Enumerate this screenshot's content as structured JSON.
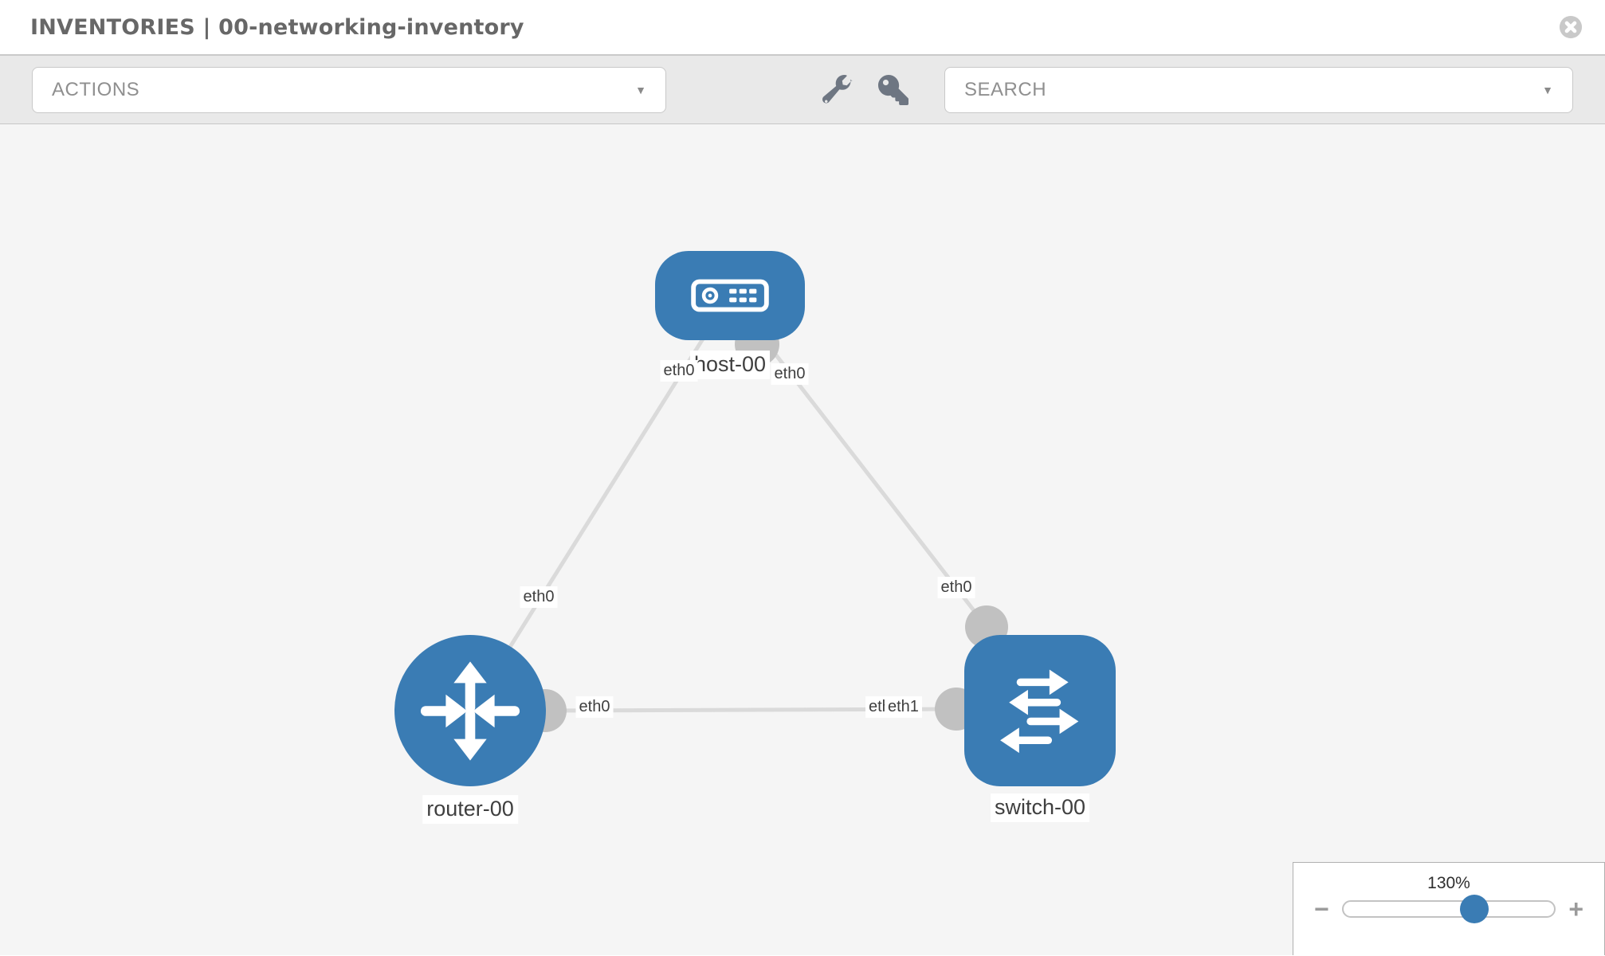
{
  "header": {
    "title": "INVENTORIES | 00-networking-inventory"
  },
  "toolbar": {
    "actions_label": "ACTIONS",
    "search_label": "SEARCH",
    "caret_glyph": "▼",
    "icons": [
      "wrench-icon",
      "key-icon"
    ]
  },
  "topology": {
    "nodes": [
      {
        "label": "host-00",
        "type": "host"
      },
      {
        "label": "router-00",
        "type": "router"
      },
      {
        "label": "switch-00",
        "type": "switch"
      }
    ],
    "links": [
      {
        "from": "host-00",
        "to": "router-00"
      },
      {
        "from": "host-00",
        "to": "switch-00"
      },
      {
        "from": "router-00",
        "to": "switch-00"
      }
    ],
    "interfaces": {
      "host_left": "eth0",
      "host_right": "eth0",
      "router_host_link": "eth0",
      "router_right": "eth0",
      "switch_top": "eth0",
      "switch_left_eth0": "eth0",
      "switch_left_eth1": "eth1"
    }
  },
  "zoom_control": {
    "level": "130%",
    "minus_glyph": "−",
    "plus_glyph": "+"
  },
  "colors": {
    "node_blue": "#3a7cb4",
    "link_gray": "#dadada",
    "dot_gray": "#c1c1c1",
    "icon_gray": "#6e7682",
    "canvas_bg": "#f5f5f5"
  }
}
